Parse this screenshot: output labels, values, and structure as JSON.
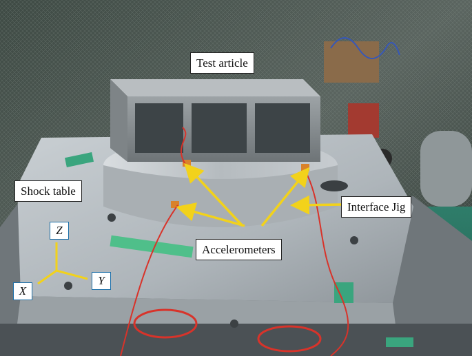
{
  "labels": {
    "test_article": "Test article",
    "shock_table": "Shock table",
    "interface_jig": "Interface Jig",
    "accelerometers": "Accelerometers"
  },
  "axes": {
    "z": "Z",
    "y": "Y",
    "x": "X"
  },
  "colors": {
    "arrow": "#f2d21b",
    "axis_box_border": "#1c6fa8",
    "label_border": "#222222"
  }
}
